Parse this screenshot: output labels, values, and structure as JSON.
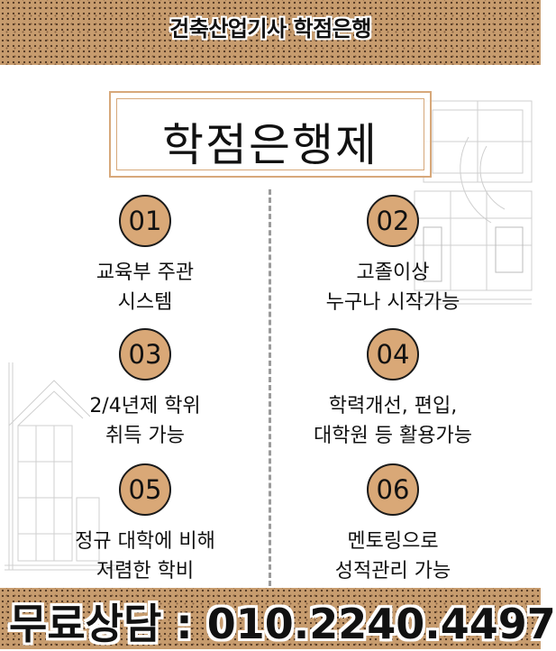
{
  "header": {
    "title": "건축산업기사 학점은행"
  },
  "main": {
    "title": "학점은행제",
    "items": [
      {
        "number": "01",
        "line1": "교육부 주관",
        "line2": "시스템"
      },
      {
        "number": "02",
        "line1": "고졸이상",
        "line2": "누구나 시작가능"
      },
      {
        "number": "03",
        "line1": "2/4년제 학위",
        "line2": "취득 가능"
      },
      {
        "number": "04",
        "line1": "학력개선, 편입,",
        "line2": "대학원 등 활용가능"
      },
      {
        "number": "05",
        "line1": "정규 대학에 비해",
        "line2": "저렴한 학비"
      },
      {
        "number": "06",
        "line1": "멘토링으로",
        "line2": "성적관리 가능"
      }
    ]
  },
  "footer": {
    "contact": "무료상담 : 010.2240.4497"
  },
  "colors": {
    "accent": "#d9a877",
    "cork": "#c79c6e"
  }
}
